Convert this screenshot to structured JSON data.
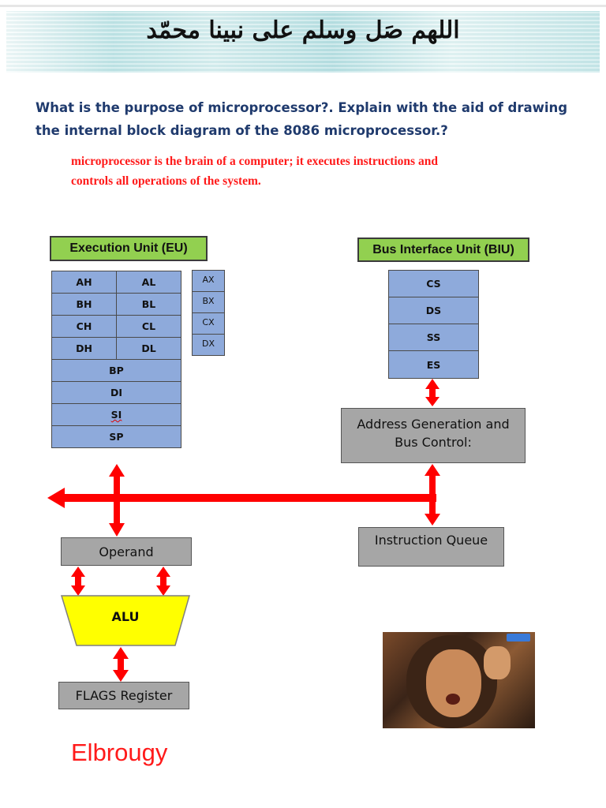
{
  "banner": {
    "text": "اللهم صَل وسلم على نبينا محمّد"
  },
  "question": {
    "line1": "What is the purpose of microprocessor?. Explain with the aid of drawing",
    "line2": "the internal block diagram of the 8086 microprocessor.?"
  },
  "answer": {
    "line1": "microprocessor is the brain of a computer; it executes instructions and",
    "line2": "controls all operations of the system."
  },
  "eu": {
    "title": "Execution Unit (EU)",
    "pairs": [
      {
        "high": "AH",
        "low": "AL"
      },
      {
        "high": "BH",
        "low": "BL"
      },
      {
        "high": "CH",
        "low": "CL"
      },
      {
        "high": "DH",
        "low": "DL"
      }
    ],
    "pointers": [
      "BP",
      "DI",
      "SI",
      "SP"
    ],
    "word_regs": [
      "AX",
      "BX",
      "CX",
      "DX"
    ]
  },
  "biu": {
    "title": "Bus Interface Unit (BIU)",
    "segments": [
      "CS",
      "DS",
      "SS",
      "ES"
    ],
    "addr_gen_line1": "Address Generation and",
    "addr_gen_line2": "Bus Control:",
    "instruction_queue": "Instruction Queue"
  },
  "operand": "Operand",
  "alu": "ALU",
  "flags": "FLAGS Register",
  "signature": "Elbrougy",
  "colors": {
    "unit_title_bg": "#92d050",
    "register_bg": "#8eaadb",
    "box_gray": "#a6a6a6",
    "alu_yellow": "#ffff00",
    "arrow_red": "#ff0000",
    "question_blue": "#1f3a6d",
    "answer_red": "#ff1a1a"
  }
}
